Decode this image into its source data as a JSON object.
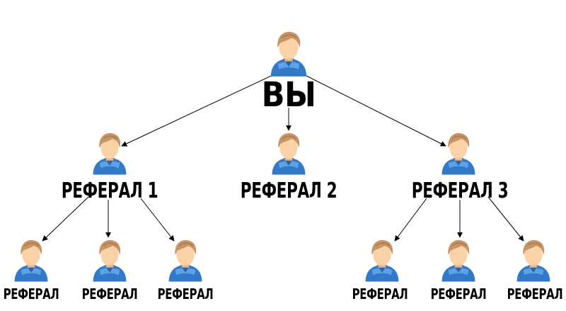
{
  "colors": {
    "skin": "#fbd1a8",
    "skin_shade": "#f0b27f",
    "hair": "#c69467",
    "hair_dark": "#a97748",
    "shirt": "#3279c7",
    "shirt_light": "#5ea2e6",
    "line": "#000000"
  },
  "icon": "person-icon",
  "root": {
    "label": "ВЫ"
  },
  "level1": [
    {
      "label": "РЕФЕРАЛ 1"
    },
    {
      "label": "РЕФЕРАЛ 2"
    },
    {
      "label": "РЕФЕРАЛ 3"
    }
  ],
  "level2_left": [
    {
      "label": "РЕФЕРАЛ"
    },
    {
      "label": "РЕФЕРАЛ"
    },
    {
      "label": "РЕФЕРАЛ"
    }
  ],
  "level2_right": [
    {
      "label": "РЕФЕРАЛ"
    },
    {
      "label": "РЕФЕРАЛ"
    },
    {
      "label": "РЕФЕРАЛ"
    }
  ]
}
